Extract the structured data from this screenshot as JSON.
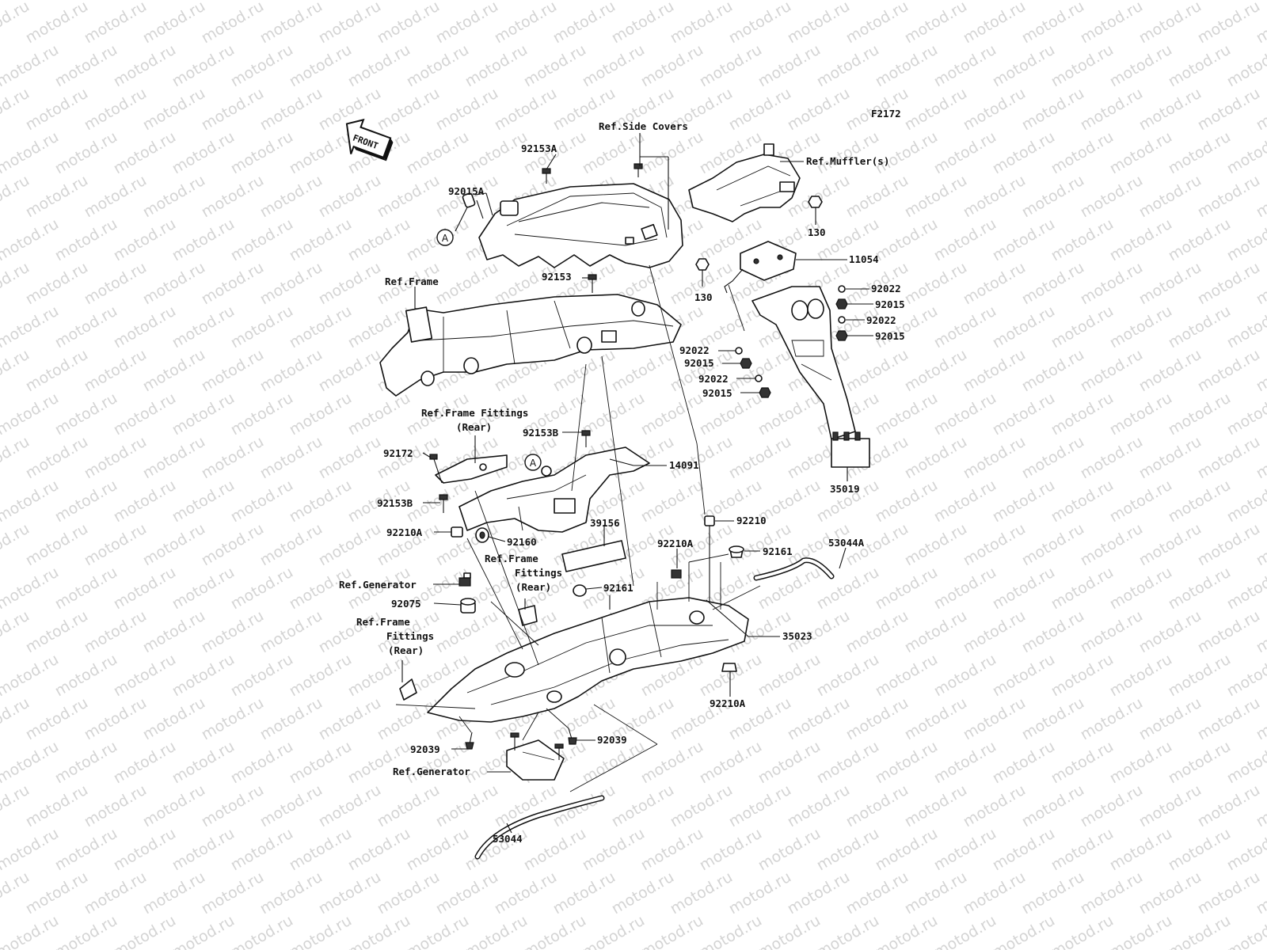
{
  "watermark": "motod.ru",
  "figure_code": "F2172",
  "front_label": "FRONT",
  "marker_letter": "A",
  "labels": {
    "ref_side_covers": "Ref.Side Covers",
    "p92153A": "92153A",
    "p92015A": "92015A",
    "ref_mufflers": "Ref.Muffler(s)",
    "p130_right": "130",
    "p11054": "11054",
    "p130_left": "130",
    "p92022_a": "92022",
    "p92015_a": "92015",
    "p92022_b": "92022",
    "p92015_b": "92015",
    "p92022_c": "92022",
    "p92015_c": "92015",
    "p92022_d": "92022",
    "p92015_d": "92015",
    "ref_frame": "Ref.Frame",
    "p92153": "92153",
    "ref_frame_fittings_1_l1": "Ref.Frame Fittings",
    "ref_frame_fittings_1_l2": "(Rear)",
    "p92153B_a": "92153B",
    "p92172": "92172",
    "p14091": "14091",
    "p35019": "35019",
    "p92153B_b": "92153B",
    "p92210": "92210",
    "p92210A_a": "92210A",
    "p92160": "92160",
    "p39156": "39156",
    "p92210A_b": "92210A",
    "p92161_a": "92161",
    "p53044A": "53044A",
    "ref_frame_fittings_2_l1": "Ref.Frame",
    "ref_frame_fittings_2_l2": "Fittings",
    "ref_frame_fittings_2_l3": "(Rear)",
    "ref_generator_1": "Ref.Generator",
    "p92161_b": "92161",
    "p92075": "92075",
    "ref_frame_fittings_3_l1": "Ref.Frame",
    "ref_frame_fittings_3_l2": "Fittings",
    "ref_frame_fittings_3_l3": "(Rear)",
    "p35023": "35023",
    "p92210A_c": "92210A",
    "p92039_a": "92039",
    "p92039_b": "92039",
    "ref_generator_2": "Ref.Generator",
    "p53044": "53044"
  }
}
